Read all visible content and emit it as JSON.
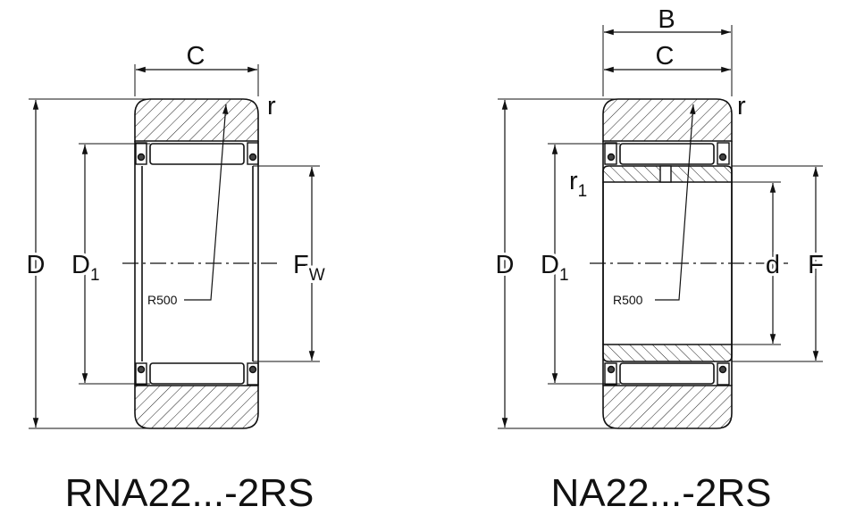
{
  "left_drawing": {
    "width_label": "C",
    "radius_label": "r",
    "outer_diameter_label": "D",
    "raceway_diameter_label": "D",
    "raceway_diameter_sub": "1",
    "inner_envelope_label": "F",
    "inner_envelope_sub": "W",
    "crown_radius_label": "R500",
    "designation": "RNA22...-2RS"
  },
  "right_drawing": {
    "inner_ring_width_label": "B",
    "width_label": "C",
    "radius_label": "r",
    "inner_radius_label": "r",
    "inner_radius_sub": "1",
    "outer_diameter_label": "D",
    "raceway_diameter_label": "D",
    "raceway_diameter_sub": "1",
    "bore_label": "d",
    "inner_ring_od_label": "F",
    "crown_radius_label": "R500",
    "designation": "NA22...-2RS"
  }
}
